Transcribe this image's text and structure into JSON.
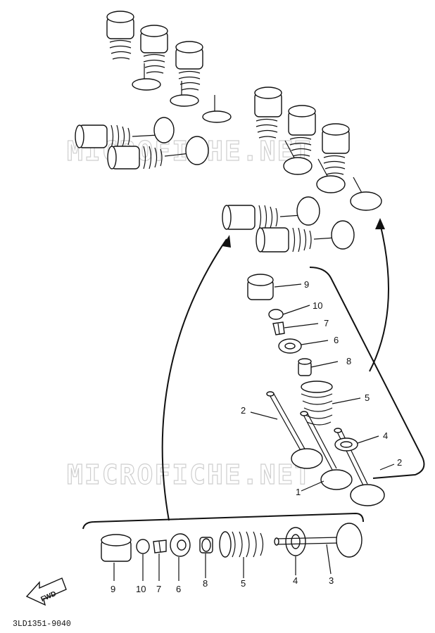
{
  "watermark": "MICROFICHE.NET",
  "part_code": "3LD1351-9040",
  "fwd_label": "FWD",
  "callouts": {
    "upper": {
      "n9": "9",
      "n10": "10",
      "n7": "7",
      "n6": "6",
      "n8": "8",
      "n5": "5",
      "n4": "4",
      "n2a": "2",
      "n2b": "2",
      "n1": "1"
    },
    "lower": {
      "n9": "9",
      "n10": "10",
      "n7": "7",
      "n6": "6",
      "n8": "8",
      "n5": "5",
      "n4": "4",
      "n3": "3"
    }
  }
}
